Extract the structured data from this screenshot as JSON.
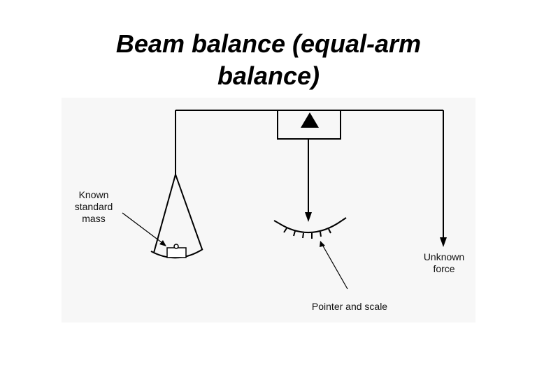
{
  "title": {
    "line1": "Beam balance (equal-arm",
    "line2": "balance)"
  },
  "labels": {
    "known_mass": [
      "Known",
      "standard",
      "mass"
    ],
    "pointer_scale": "Pointer and scale",
    "unknown_force": [
      "Unknown",
      "force"
    ]
  },
  "colors": {
    "line": "#000000",
    "panel": "#f7f7f7"
  }
}
